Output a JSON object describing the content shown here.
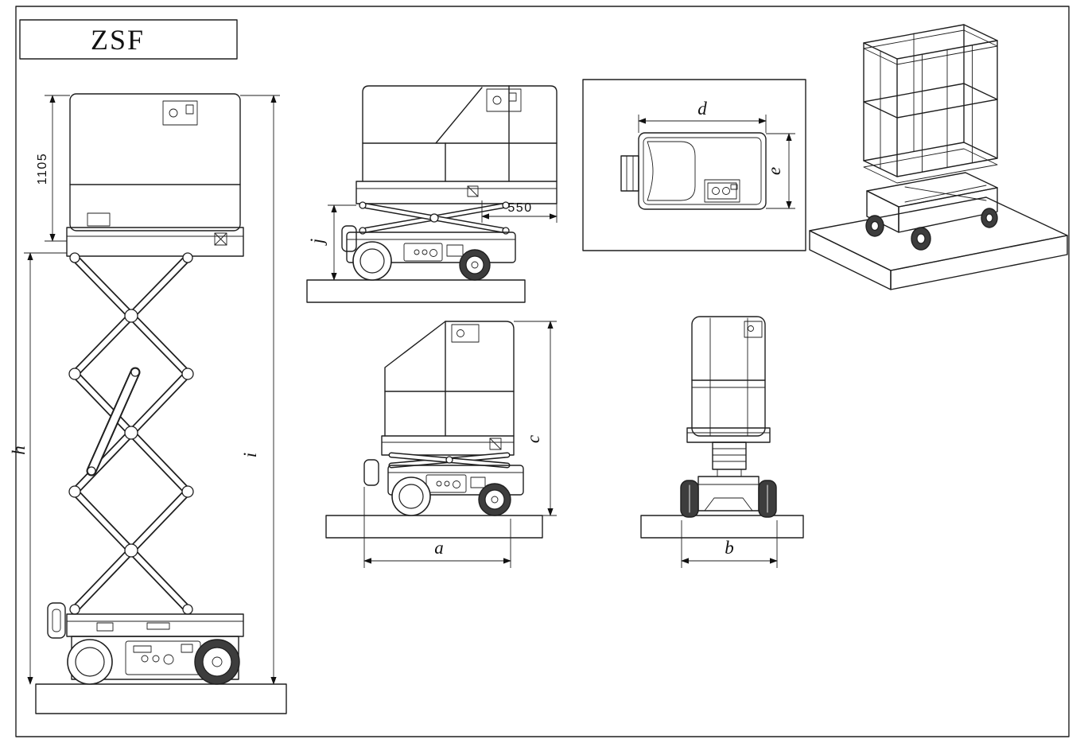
{
  "title_block": {
    "model": "ZSF"
  },
  "dims": {
    "rail_height": "1105",
    "extension_length": "550",
    "a": "a",
    "b": "b",
    "c": "c",
    "d": "d",
    "e": "e",
    "h": "h",
    "i": "i",
    "j": "j"
  }
}
